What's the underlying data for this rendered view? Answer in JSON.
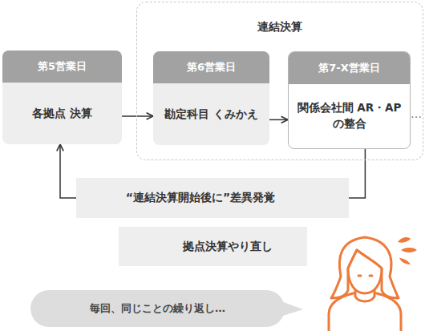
{
  "diagram": {
    "nodes": [
      {
        "text": [
          "連結決算"
        ]
      },
      {
        "text": [
          "第5営業日",
          "各拠点 決算"
        ]
      },
      {
        "text": [
          "第6営業日",
          "勘定科目 くみかえ"
        ],
        "in": 0
      },
      {
        "text": [
          "第7-X営業日",
          "関係会社間 AR・APの整合"
        ],
        "in": 0
      },
      {
        "text": [
          "“連結決算開始後に”差異発覚"
        ]
      },
      {
        "text": [
          "拠点決算やり直し"
        ]
      },
      {
        "text": [
          "毎回、同じことの繰り返し…"
        ]
      }
    ],
    "edges": [
      {
        "from": 1,
        "to": 2,
        "arrow": "to"
      },
      {
        "from": 2,
        "to": 3,
        "arrow": "to"
      },
      {
        "from": 3,
        "to": 4,
        "arrow": "none"
      },
      {
        "from": 4,
        "to": 1,
        "arrow": "to"
      }
    ],
    "labels": [
      "…"
    ]
  }
}
